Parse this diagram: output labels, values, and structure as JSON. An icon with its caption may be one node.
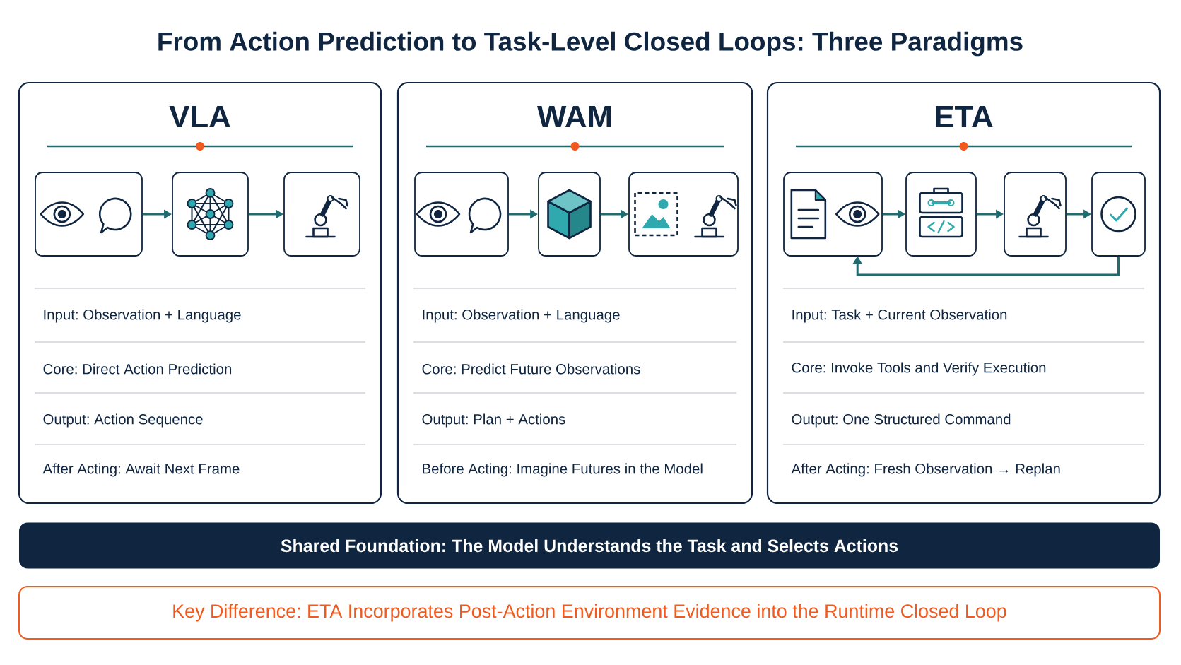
{
  "diagram": {
    "title": "From Action Prediction to Task-Level Closed Loops: Three Paradigms",
    "nodes": [
      {
        "text": [
          "VLA",
          "Input: Observation + Language",
          "Core: Direct Action Prediction",
          "Output: Action Sequence",
          "After Acting: Await Next Frame"
        ]
      },
      {
        "text": [],
        "shape": "picture",
        "in": 0
      },
      {
        "text": [],
        "shape": "picture",
        "in": 0
      },
      {
        "text": [],
        "shape": "picture",
        "in": 0
      },
      {
        "text": [
          "WAM",
          "Input: Observation + Language",
          "Core: Predict Future Observations",
          "Output: Plan + Actions",
          "Before Acting: Imagine Futures in the Model"
        ]
      },
      {
        "text": [],
        "shape": "picture",
        "in": 4
      },
      {
        "text": [],
        "shape": "picture",
        "in": 4
      },
      {
        "text": [],
        "shape": "picture",
        "in": 4
      },
      {
        "text": [
          "ETA",
          "Input: Task + Current Observation",
          "Core: Invoke Tools and Verify Execution",
          "Output: One Structured Command",
          "After Acting: Fresh Observation → Replan"
        ]
      },
      {
        "text": [],
        "shape": "picture",
        "in": 8
      },
      {
        "text": [],
        "shape": "picture",
        "in": 8
      },
      {
        "text": [],
        "shape": "picture",
        "in": 8
      },
      {
        "text": [],
        "shape": "picture",
        "in": 8
      },
      {
        "text": [
          "Shared Foundation: The Model Understands the Task and Selects Actions"
        ]
      },
      {
        "text": [
          "Key Difference: ETA Incorporates Post-Action Environment Evidence into the Runtime Closed Loop"
        ]
      }
    ],
    "edges": [
      {
        "from": 1,
        "to": 2,
        "arrow": "to"
      },
      {
        "from": 2,
        "to": 3,
        "arrow": "to"
      },
      {
        "from": 5,
        "to": 6,
        "arrow": "to"
      },
      {
        "from": 6,
        "to": 7,
        "arrow": "to"
      },
      {
        "from": 9,
        "to": 10,
        "arrow": "to"
      },
      {
        "from": 10,
        "to": 11,
        "arrow": "to"
      },
      {
        "from": 11,
        "to": 12,
        "arrow": "to"
      },
      {
        "from": 12,
        "to": 9,
        "arrow": "to"
      }
    ]
  }
}
